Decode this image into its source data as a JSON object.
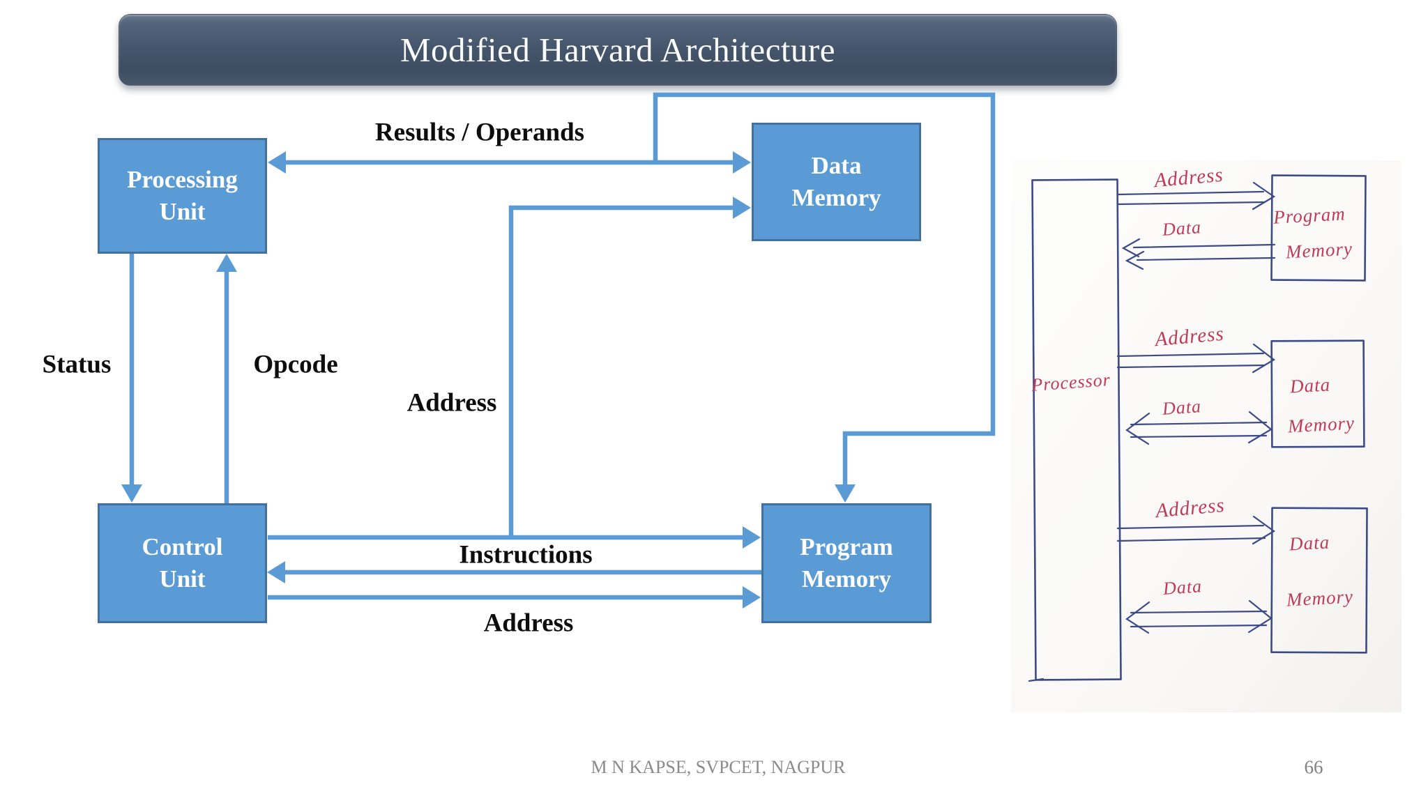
{
  "slide": {
    "title": "Modified Harvard Architecture",
    "footer": {
      "author": "M N KAPSE, SVPCET, NAGPUR",
      "page_number": "66"
    }
  },
  "architecture": {
    "boxes": {
      "processing_unit": {
        "lines": [
          "Processing",
          "Unit"
        ]
      },
      "data_memory": {
        "lines": [
          "Data",
          "Memory"
        ]
      },
      "control_unit": {
        "lines": [
          "Control",
          "Unit"
        ]
      },
      "program_memory": {
        "lines": [
          "Program",
          "Memory"
        ]
      }
    },
    "labels": {
      "results_operands": "Results / Operands",
      "status": "Status",
      "opcode": "Opcode",
      "address_to_data_memory": "Address",
      "instructions": "Instructions",
      "address_to_program_memory": "Address"
    },
    "colors": {
      "box_fill": "#5b9bd5",
      "box_border": "#41719c",
      "arrow": "#5b9bd5",
      "label_text": "#0d0d0d",
      "title_bar_top": "#6a7a8e",
      "title_bar_bottom": "#3d4c60",
      "title_text": "#fbfcfd"
    }
  },
  "sketch": {
    "processor_label": "Processor",
    "groups": [
      {
        "memory_lines": [
          "Program",
          "Memory"
        ],
        "address_label": "Address",
        "data_label": "Data",
        "data_direction": "to-processor"
      },
      {
        "memory_lines": [
          "Data",
          "Memory"
        ],
        "address_label": "Address",
        "data_label": "Data",
        "data_direction": "bidirectional"
      },
      {
        "memory_lines": [
          "Data",
          "Memory"
        ],
        "address_label": "Address",
        "data_label": "Data",
        "data_direction": "bidirectional"
      }
    ],
    "colors": {
      "ink": "#3c4a85",
      "handwriting": "#c03a58"
    }
  }
}
